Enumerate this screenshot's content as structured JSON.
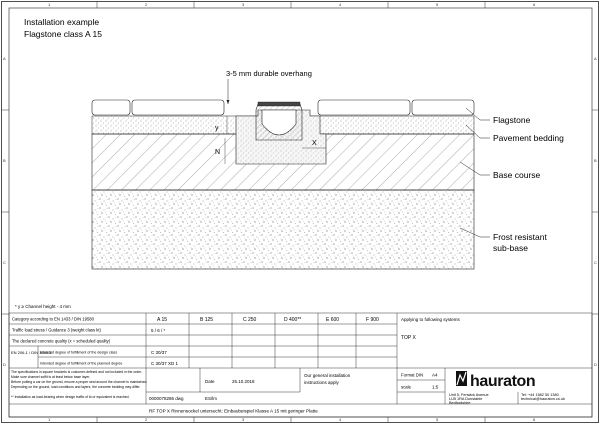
{
  "drawing": {
    "title_line1": "Installation example",
    "title_line2": "Flagstone class A 15",
    "overhang_label": "3-5 mm durable overhang",
    "dim_y": "y",
    "dim_n": "N",
    "dim_x": "X",
    "callouts": [
      "Flagstone",
      "Pavement bedding",
      "Base course",
      "Frost resistant",
      "sub-base"
    ],
    "footnote": "* y ≥ Channel height - 4 mm"
  },
  "frame": {
    "columns": [
      "1",
      "2",
      "3",
      "4",
      "5",
      "6"
    ],
    "rows": [
      "A",
      "B",
      "C",
      "D"
    ]
  },
  "titleblock": {
    "row_labels": [
      "Category according to EN 1433 / DIN 19580",
      "Traffic load stress / Guidance 3 (weight class kt)",
      "The declared concrete quality (x = scheduled quality)"
    ],
    "sub_group_label": "EN 206-1 / DIN 1045-2",
    "sub_rows": [
      "Intended degree of fulfillment of the design class",
      "Intended degree of fulfillment of the planned degree"
    ],
    "grades": [
      "A 15",
      "B 125",
      "C 250",
      "D 400**",
      "E 600",
      "F 900"
    ],
    "cell_traffic": "5 / 6 / *",
    "cell_grade": "C 30/37",
    "cell_exposure": "C 30/37 XD 1",
    "applying_label": "Applying to following systems",
    "system": "TOP X",
    "notes": [
      "The specifications in square brackets is customer-defined and not included in the order.",
      "Make sure channel soffit is at least below base layer.",
      "Before putting a car on the ground, ensure a proper seal around the channel is maintained.",
      "Depending on the ground, load conditions and layers, the concrete bedding may differ.",
      "** Installation as load-bearing when design traffic of kt or equivalent is reached."
    ],
    "date_label": "Date",
    "date_value": "25.10.2018",
    "doc_number": "0000078286 dwg",
    "doc_suffix": "ES/lm",
    "disclaimer_1": "Our general installation",
    "disclaimer_2": "instructions apply",
    "format_label": "Format DIN",
    "format_value": "A4",
    "scale_label": "scale",
    "scale_value": "1:5",
    "brand": "hauraton",
    "address_1": "Unit 5, Fenwick Avenue",
    "address_2": "LU5 1RA  Dunstable",
    "address_3": "Bedfordshire",
    "phone": "Tel: +44 1582 50 1380",
    "email": "technical@hauraton.co.uk",
    "footer": "RF TOP X Rinnensockel untersucht: Einbaubeispiel Klasse A 15 mit geringer Platte"
  },
  "colors": {
    "ink": "#1a1a1a",
    "concrete_fill": "#ececec",
    "gravel_fill": "#f4f4f4"
  }
}
